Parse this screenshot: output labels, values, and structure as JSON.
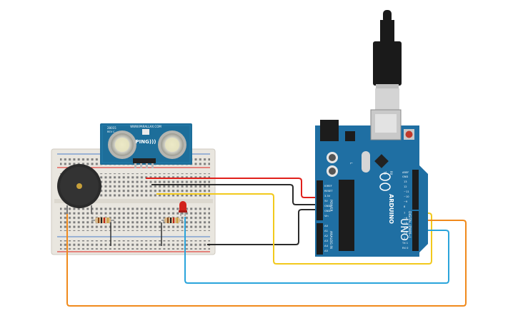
{
  "sensor": {
    "model": "PING)))",
    "url": "WWW.PARALLAX.COM",
    "part": "28015",
    "rev": "REV C"
  },
  "arduino": {
    "brand": "ARDUINO",
    "model": "UNO",
    "power_header": "POWER",
    "analog_header": "ANALOG IN",
    "digital_header": "DIGITAL (PWM~)",
    "aref": "AREF",
    "gnd": "GND",
    "tx": "TX",
    "rx": "RX",
    "l": "L",
    "power_pins": [
      "IOREF",
      "RESET",
      "3.3V",
      "5V",
      "GND",
      "GND",
      "Vin"
    ],
    "analog_pins": [
      "A0",
      "A1",
      "A2",
      "A3",
      "A4",
      "A5"
    ],
    "digital_pins": [
      "13",
      "12",
      "~11",
      "~10",
      "~9",
      "8",
      "7",
      "~6",
      "~5",
      "4",
      "~3",
      "2",
      "TX 1",
      "RX 0"
    ]
  },
  "colors": {
    "board": "#1f6fa3",
    "breadboard": "#e9e6df",
    "wire_red": "#e0201b",
    "wire_black": "#2b2b2b",
    "wire_yellow": "#f2c91c",
    "wire_blue": "#2aa4db",
    "wire_orange": "#f08a1c"
  }
}
